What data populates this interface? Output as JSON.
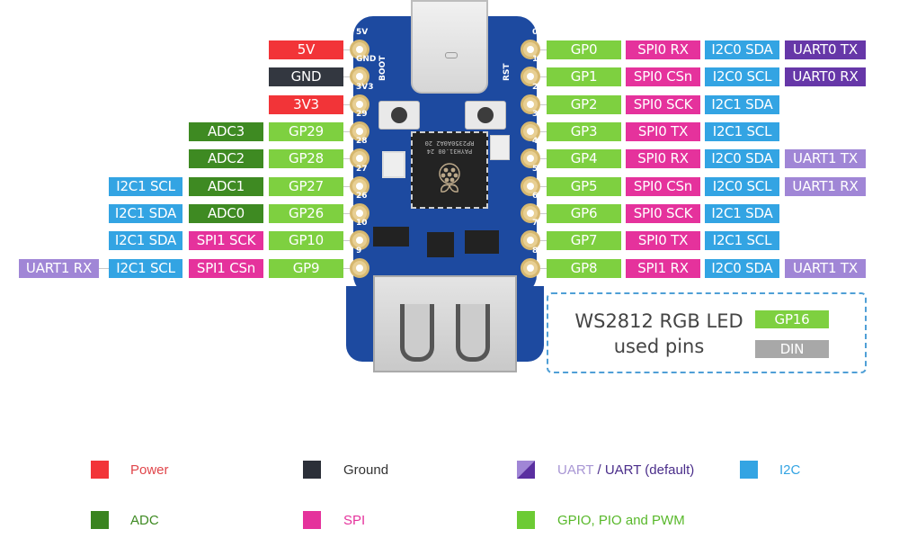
{
  "colors": {
    "power": "#f23438",
    "ground": "#333740",
    "adc": "#3e8a22",
    "gpio": "#7ed040",
    "spi": "#e5329c",
    "i2c": "#33a4e3",
    "uart": "#a086d6",
    "uart_default": "#6637a8",
    "din": "#a8a8a8"
  },
  "left_pins": [
    {
      "pin": "5V",
      "silk": "5V",
      "labels": []
    },
    {
      "pin": "GND",
      "silk": "GND",
      "labels": []
    },
    {
      "pin": "3V3",
      "silk": "3V3",
      "labels": []
    },
    {
      "pin": "GP29",
      "silk": "29",
      "labels": [
        "ADC3"
      ]
    },
    {
      "pin": "GP28",
      "silk": "28",
      "labels": [
        "ADC2"
      ]
    },
    {
      "pin": "GP27",
      "silk": "27",
      "labels": [
        "ADC1",
        "I2C1 SCL"
      ]
    },
    {
      "pin": "GP26",
      "silk": "26",
      "labels": [
        "ADC0",
        "I2C1 SDA"
      ]
    },
    {
      "pin": "GP10",
      "silk": "10",
      "labels": [
        "SPI1 SCK",
        "I2C1 SDA"
      ]
    },
    {
      "pin": "GP9",
      "silk": "9",
      "labels": [
        "SPI1 CSn",
        "I2C1 SCL",
        "UART1 RX"
      ]
    }
  ],
  "right_pins": [
    {
      "pin": "GP0",
      "silk": "0",
      "labels": [
        "SPI0 RX",
        "I2C0 SDA",
        "UART0 TX"
      ]
    },
    {
      "pin": "GP1",
      "silk": "1",
      "labels": [
        "SPI0 CSn",
        "I2C0 SCL",
        "UART0 RX"
      ]
    },
    {
      "pin": "GP2",
      "silk": "2",
      "labels": [
        "SPI0 SCK",
        "I2C1 SDA"
      ]
    },
    {
      "pin": "GP3",
      "silk": "3",
      "labels": [
        "SPI0 TX",
        "I2C1 SCL"
      ]
    },
    {
      "pin": "GP4",
      "silk": "4",
      "labels": [
        "SPI0 RX",
        "I2C0 SDA",
        "UART1 TX"
      ]
    },
    {
      "pin": "GP5",
      "silk": "5",
      "labels": [
        "SPI0 CSn",
        "I2C0 SCL",
        "UART1 RX"
      ]
    },
    {
      "pin": "GP6",
      "silk": "6",
      "labels": [
        "SPI0 SCK",
        "I2C1 SDA"
      ]
    },
    {
      "pin": "GP7",
      "silk": "7",
      "labels": [
        "SPI0 TX",
        "I2C1 SCL"
      ]
    },
    {
      "pin": "GP8",
      "silk": "8",
      "labels": [
        "SPI1 RX",
        "I2C0 SDA",
        "UART1 TX"
      ]
    }
  ],
  "board": {
    "boot_label": "BOOT",
    "rst_label": "RST",
    "chip_line1": "RP2350A0A2 20",
    "chip_line2": "PAYH31.00 24"
  },
  "led_box": {
    "title": "WS2812 RGB LED",
    "subtitle": "used pins",
    "gpio": "GP16",
    "signal": "DIN"
  },
  "legend": {
    "power": "Power",
    "ground": "Ground",
    "uart_light": "UART",
    "uart_sep": " / ",
    "uart_default": "UART (default)",
    "i2c": "I2C",
    "adc": "ADC",
    "spi": "SPI",
    "gpio": "GPIO, PIO and PWM"
  }
}
